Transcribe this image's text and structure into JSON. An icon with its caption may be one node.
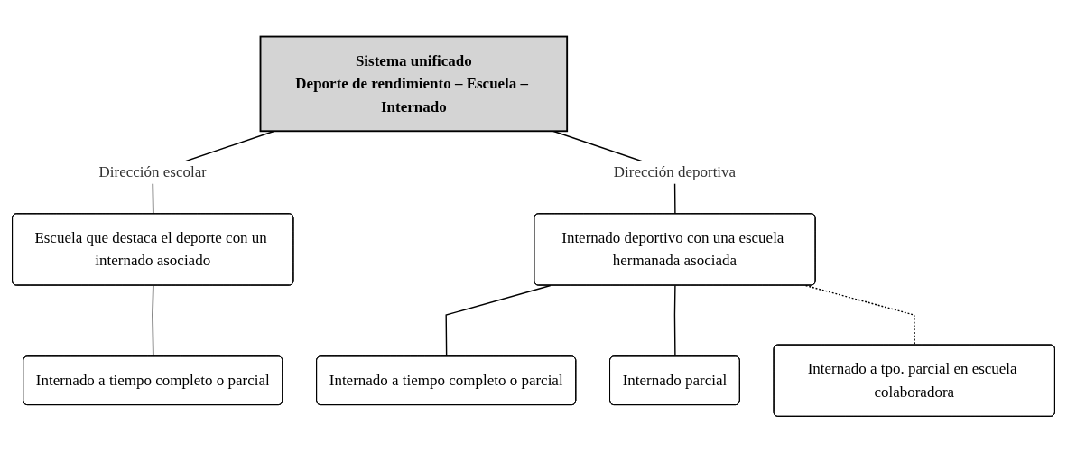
{
  "diagram": {
    "nodes": [
      {
        "text": [
          "Sistema unificado",
          "Deporte de rendimiento – Escuela – Internado"
        ]
      },
      {
        "text": [
          "Escuela que destaca el deporte con un internado asociado"
        ]
      },
      {
        "text": [
          "Internado deportivo con una escuela hermanada asociada"
        ]
      },
      {
        "text": [
          "Internado a tiempo completo o parcial"
        ]
      },
      {
        "text": [
          "Internado a tiempo completo o parcial"
        ]
      },
      {
        "text": [
          "Internado parcial"
        ]
      },
      {
        "text": [
          "Internado a tpo. parcial en escuela colaboradora"
        ]
      }
    ],
    "edges": [
      {
        "from": 0,
        "to": 1,
        "arrow": "none",
        "label": "Dirección escolar"
      },
      {
        "from": 0,
        "to": 2,
        "arrow": "none",
        "label": "Dirección deportiva"
      },
      {
        "from": 1,
        "to": 3,
        "arrow": "none"
      },
      {
        "from": 2,
        "to": 4,
        "arrow": "none"
      },
      {
        "from": 2,
        "to": 5,
        "arrow": "none"
      },
      {
        "from": 2,
        "to": 6,
        "arrow": "none",
        "style": "dashed"
      }
    ]
  }
}
